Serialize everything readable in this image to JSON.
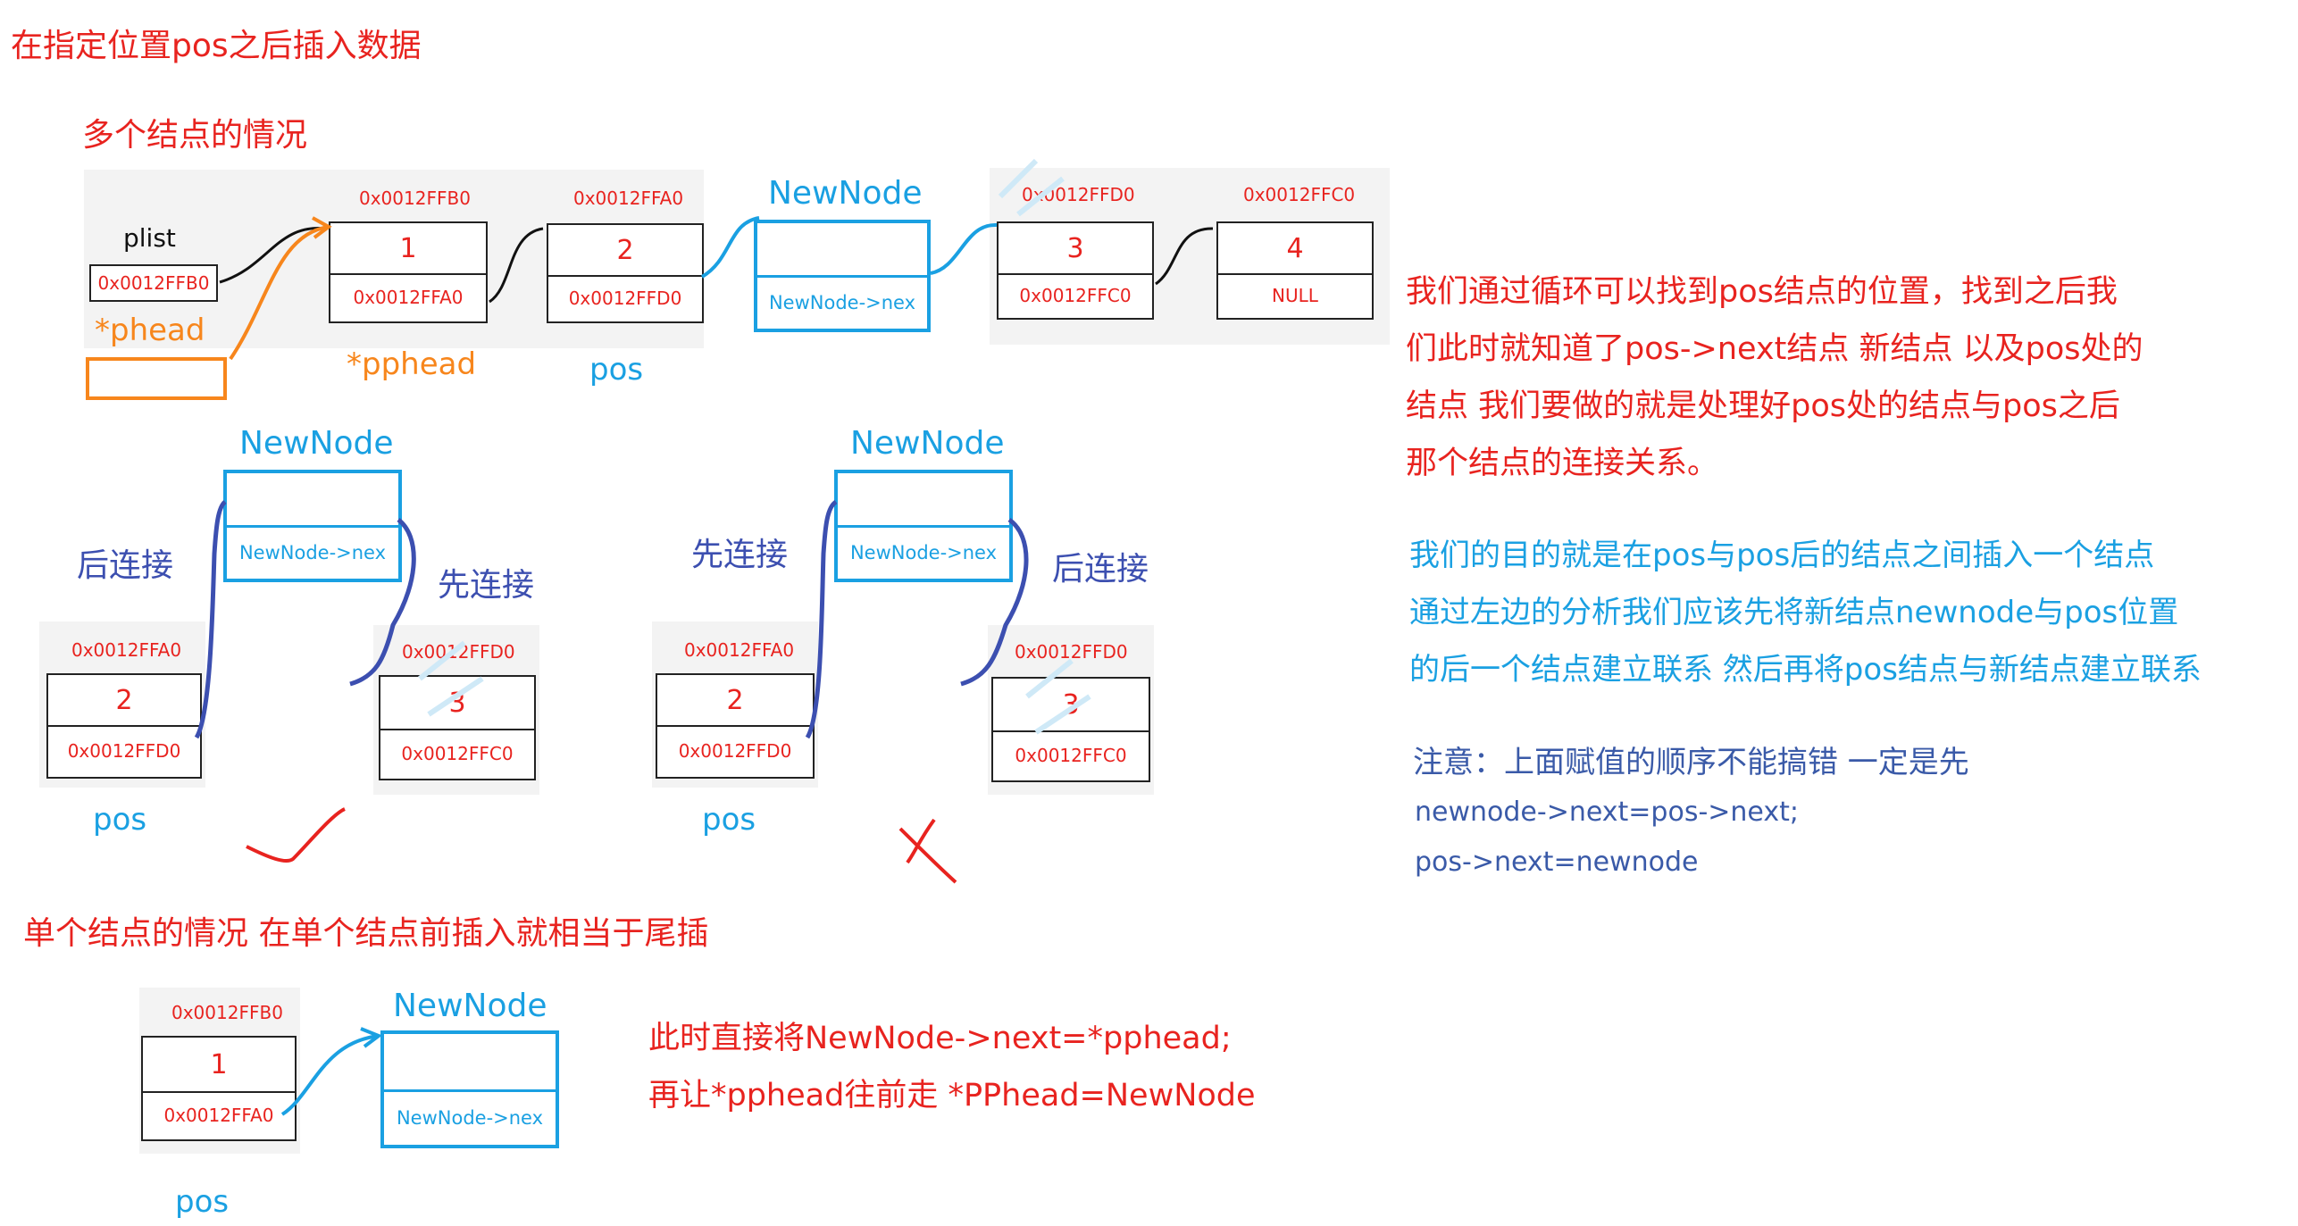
{
  "title": "在指定位置pos之后插入数据",
  "section_multi": "多个结点的情况",
  "section_single": "单个结点的情况 在单个结点前插入就相当于尾插",
  "top_diagram": {
    "plist_label": "plist",
    "plist_value": "0x0012FFB0",
    "phead_label": "*phead",
    "pphead_label": "*pphead",
    "pos_label": "pos",
    "node1": {
      "addr": "0x0012FFB0",
      "data": "1",
      "next": "0x0012FFA0"
    },
    "node2": {
      "addr": "0x0012FFA0",
      "data": "2",
      "next": "0x0012FFD0"
    },
    "newnode": {
      "title": "NewNode",
      "next": "NewNode->nex"
    },
    "node3": {
      "addr": "0x0012FFD0",
      "data": "3",
      "next": "0x0012FFC0"
    },
    "node4": {
      "addr": "0x0012FFC0",
      "data": "4",
      "next": "NULL"
    }
  },
  "left_diagram": {
    "newnode_title": "NewNode",
    "newnode_next": "NewNode->nex",
    "label_after": "后连接",
    "label_first": "先连接",
    "pos_node": {
      "addr": "0x0012FFA0",
      "data": "2",
      "next": "0x0012FFD0"
    },
    "next_node": {
      "addr": "0x0012FFD0",
      "data": "3",
      "next": "0x0012FFC0"
    },
    "pos_label": "pos",
    "mark": "correct"
  },
  "right_diagram": {
    "newnode_title": "NewNode",
    "newnode_next": "NewNode->nex",
    "label_first": "先连接",
    "label_after": "后连接",
    "pos_node": {
      "addr": "0x0012FFA0",
      "data": "2",
      "next": "0x0012FFD0"
    },
    "next_node": {
      "addr": "0x0012FFD0",
      "data": "3",
      "next": "0x0012FFC0"
    },
    "pos_label": "pos",
    "mark": "wrong"
  },
  "single_diagram": {
    "node": {
      "addr": "0x0012FFB0",
      "data": "1",
      "next": "0x0012FFA0"
    },
    "newnode_title": "NewNode",
    "newnode_next": "NewNode->nex",
    "pos_label": "pos"
  },
  "explain_red": [
    "我们通过循环可以找到pos结点的位置，找到之后我",
    "们此时就知道了pos->next结点 新结点 以及pos处的",
    "结点 我们要做的就是处理好pos处的结点与pos之后",
    "那个结点的连接关系。"
  ],
  "explain_blue": [
    "我们的目的就是在pos与pos后的结点之间插入一个结点",
    "通过左边的分析我们应该先将新结点newnode与pos位置",
    "的后一个结点建立联系 然后再将pos结点与新结点建立联系"
  ],
  "note": {
    "title": "注意：上面赋值的顺序不能搞错 一定是先",
    "line1": "newnode->next=pos->next;",
    "line2": "pos->next=newnode"
  },
  "single_explain": [
    "此时直接将NewNode->next=*pphead;",
    "再让*pphead往前走 *PPhead=NewNode"
  ],
  "colors": {
    "red": "#e8231f",
    "blue": "#1aa0e2",
    "orange": "#f7861c",
    "navy": "#3c4fb0"
  }
}
